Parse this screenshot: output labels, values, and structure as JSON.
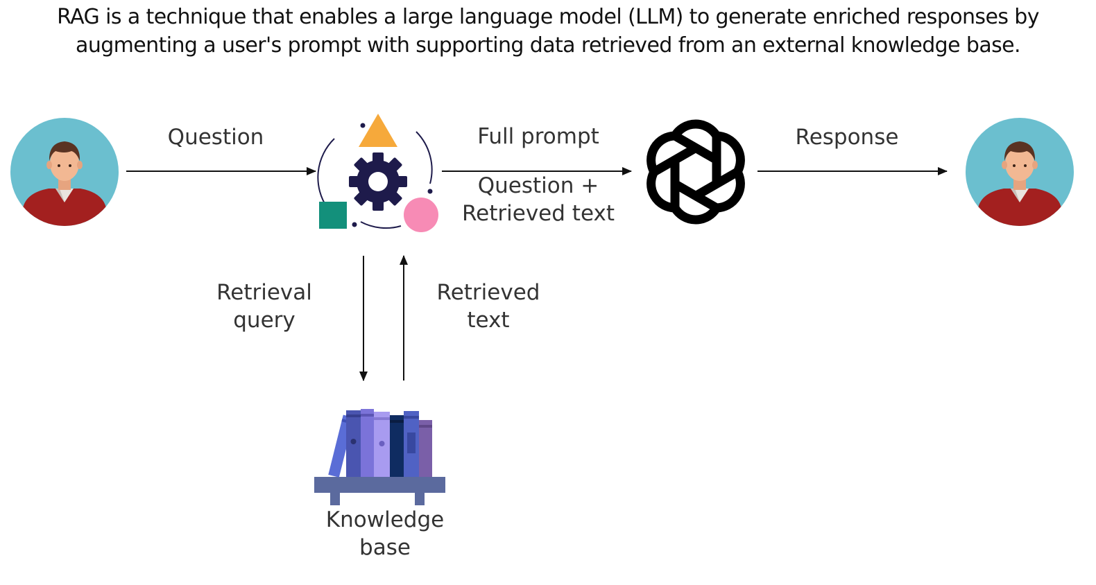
{
  "description": {
    "line1": "RAG is a technique that enables a large language model (LLM) to generate enriched responses by",
    "line2": "augmenting a user's prompt with supporting data retrieved from an external knowledge base."
  },
  "nodes": {
    "user_left": {
      "icon": "user-avatar-icon"
    },
    "retriever": {
      "icon": "rag-orchestrator-icon"
    },
    "llm": {
      "icon": "openai-logo-icon"
    },
    "user_right": {
      "icon": "user-avatar-icon"
    },
    "knowledge_base": {
      "icon": "bookshelf-icon",
      "label_line1": "Knowledge",
      "label_line2": "base"
    }
  },
  "edges": {
    "question": {
      "label": "Question"
    },
    "full_prompt": {
      "label": "Full prompt",
      "sublabel_line1": "Question +",
      "sublabel_line2": "Retrieved text"
    },
    "response": {
      "label": "Response"
    },
    "retrieval_query": {
      "label_line1": "Retrieval",
      "label_line2": "query"
    },
    "retrieved_text": {
      "label_line1": "Retrieved",
      "label_line2": "text"
    }
  },
  "colors": {
    "avatar_bg": "#6bbfcf",
    "shirt": "#a3201f",
    "skin": "#f2b893",
    "hair": "#5a3322",
    "gear": "#1e1b4b",
    "triangle": "#f6a93b",
    "square": "#13907b",
    "circle": "#f78bb5",
    "books_purple": "#6e64c8",
    "shelf": "#5b6a9e"
  }
}
